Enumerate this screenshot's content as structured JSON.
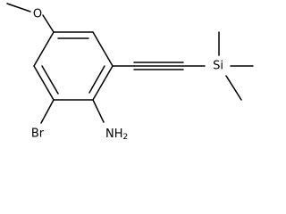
{
  "molecule": {
    "atoms": {
      "oxygen": "O",
      "bromine": "Br",
      "amine": "NH",
      "amine_subscript": "2",
      "silicon": "Si"
    }
  }
}
